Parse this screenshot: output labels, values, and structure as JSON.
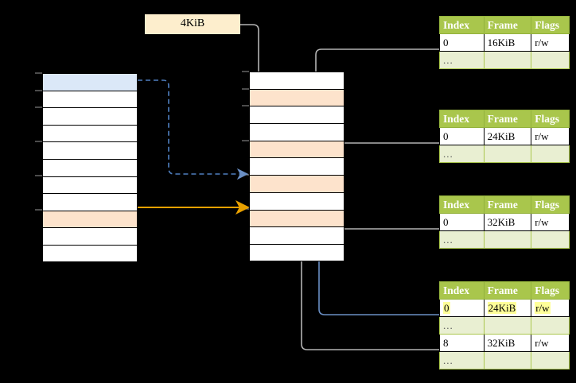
{
  "diagram": {
    "title_label": "4KiB",
    "background": "#000000",
    "colors": {
      "header_green": "#a9c64c",
      "ellipsis_green": "#e9efd2",
      "row_blue": "#dbe8f8",
      "row_orange": "#fde3cc",
      "highlight_yellow": "#ffff99",
      "arrow_gray": "#b3b3b3",
      "arrow_blue": "#6a8fc4",
      "arrow_orange": "#e8a000",
      "size_box": "#fdeecd"
    }
  },
  "left_column": {
    "name": "virtual-address-space",
    "rows": [
      {
        "index": 0,
        "fill": "blue",
        "label": ""
      },
      {
        "index": 1,
        "fill": "white",
        "label": ""
      },
      {
        "index": 2,
        "fill": "white",
        "label": ""
      },
      {
        "index": 3,
        "fill": "white",
        "label": ""
      },
      {
        "index": 4,
        "fill": "white",
        "label": ""
      },
      {
        "index": 5,
        "fill": "white",
        "label": ""
      },
      {
        "index": 6,
        "fill": "white",
        "label": ""
      },
      {
        "index": 7,
        "fill": "white",
        "label": ""
      },
      {
        "index": 8,
        "fill": "orange",
        "label": ""
      },
      {
        "index": 9,
        "fill": "white",
        "label": ""
      },
      {
        "index": 10,
        "fill": "white",
        "label": ""
      }
    ]
  },
  "middle_column": {
    "name": "physical-memory",
    "rows": [
      {
        "index": 0,
        "fill": "white",
        "label": ""
      },
      {
        "index": 1,
        "fill": "orange",
        "label": ""
      },
      {
        "index": 2,
        "fill": "white",
        "label": ""
      },
      {
        "index": 3,
        "fill": "white",
        "label": ""
      },
      {
        "index": 4,
        "fill": "orange",
        "label": ""
      },
      {
        "index": 5,
        "fill": "white",
        "label": ""
      },
      {
        "index": 6,
        "fill": "orange",
        "label": ""
      },
      {
        "index": 7,
        "fill": "white",
        "label": ""
      },
      {
        "index": 8,
        "fill": "orange",
        "label": ""
      },
      {
        "index": 9,
        "fill": "white",
        "label": ""
      },
      {
        "index": 10,
        "fill": "white",
        "label": ""
      }
    ]
  },
  "tables": [
    {
      "name": "page-table-level-1",
      "headers": [
        "Index",
        "Frame",
        "Flags"
      ],
      "rows": [
        {
          "type": "data",
          "cells": [
            "0",
            "16KiB",
            "r/w"
          ],
          "highlight": false
        },
        {
          "type": "ellipsis",
          "cells": [
            "...",
            "",
            ""
          ],
          "highlight": false
        }
      ]
    },
    {
      "name": "page-table-level-2",
      "headers": [
        "Index",
        "Frame",
        "Flags"
      ],
      "rows": [
        {
          "type": "data",
          "cells": [
            "0",
            "24KiB",
            "r/w"
          ],
          "highlight": false
        },
        {
          "type": "ellipsis",
          "cells": [
            "...",
            "",
            ""
          ],
          "highlight": false
        }
      ]
    },
    {
      "name": "page-table-level-3",
      "headers": [
        "Index",
        "Frame",
        "Flags"
      ],
      "rows": [
        {
          "type": "data",
          "cells": [
            "0",
            "32KiB",
            "r/w"
          ],
          "highlight": false
        },
        {
          "type": "ellipsis",
          "cells": [
            "...",
            "",
            ""
          ],
          "highlight": false
        }
      ]
    },
    {
      "name": "page-table-level-4",
      "headers": [
        "Index",
        "Frame",
        "Flags"
      ],
      "rows": [
        {
          "type": "data",
          "cells": [
            "0",
            "24KiB",
            "r/w"
          ],
          "highlight": true
        },
        {
          "type": "ellipsis",
          "cells": [
            "...",
            "",
            ""
          ],
          "highlight": false
        },
        {
          "type": "data",
          "cells": [
            "8",
            "32KiB",
            "r/w"
          ],
          "highlight": false
        },
        {
          "type": "ellipsis",
          "cells": [
            "...",
            "",
            ""
          ],
          "highlight": false
        }
      ]
    }
  ]
}
